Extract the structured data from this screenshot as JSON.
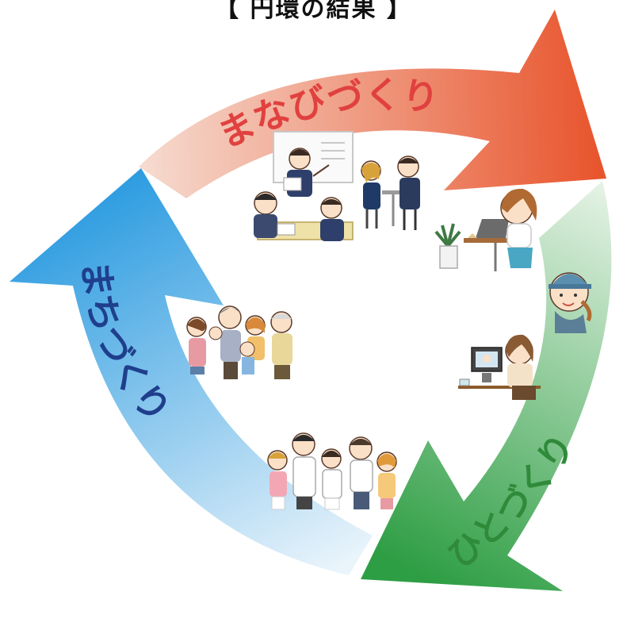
{
  "title": "【 円環の結果 】",
  "cycle": {
    "top_label": "まなびづくり",
    "right_label": "ひとづくり",
    "left_label": "まちづくり",
    "colors": {
      "top_start": "#f6ddd2",
      "top_end": "#e8542c",
      "top_text": "#e0413f",
      "right_start": "#e6f3e6",
      "right_end": "#2e9e44",
      "right_text": "#2f8a3a",
      "left_start": "#eaf4fb",
      "left_end": "#2b9be0",
      "left_text": "#1f3f8c"
    }
  },
  "illustrations": [
    {
      "name": "presentation-scene-icon"
    },
    {
      "name": "meeting-table-scene-icon"
    },
    {
      "name": "colleagues-talking-icon"
    },
    {
      "name": "laptop-cafe-woman-icon"
    },
    {
      "name": "worker-saluting-icon"
    },
    {
      "name": "video-call-woman-icon"
    },
    {
      "name": "family-group-icon"
    },
    {
      "name": "medical-staff-group-icon"
    }
  ]
}
